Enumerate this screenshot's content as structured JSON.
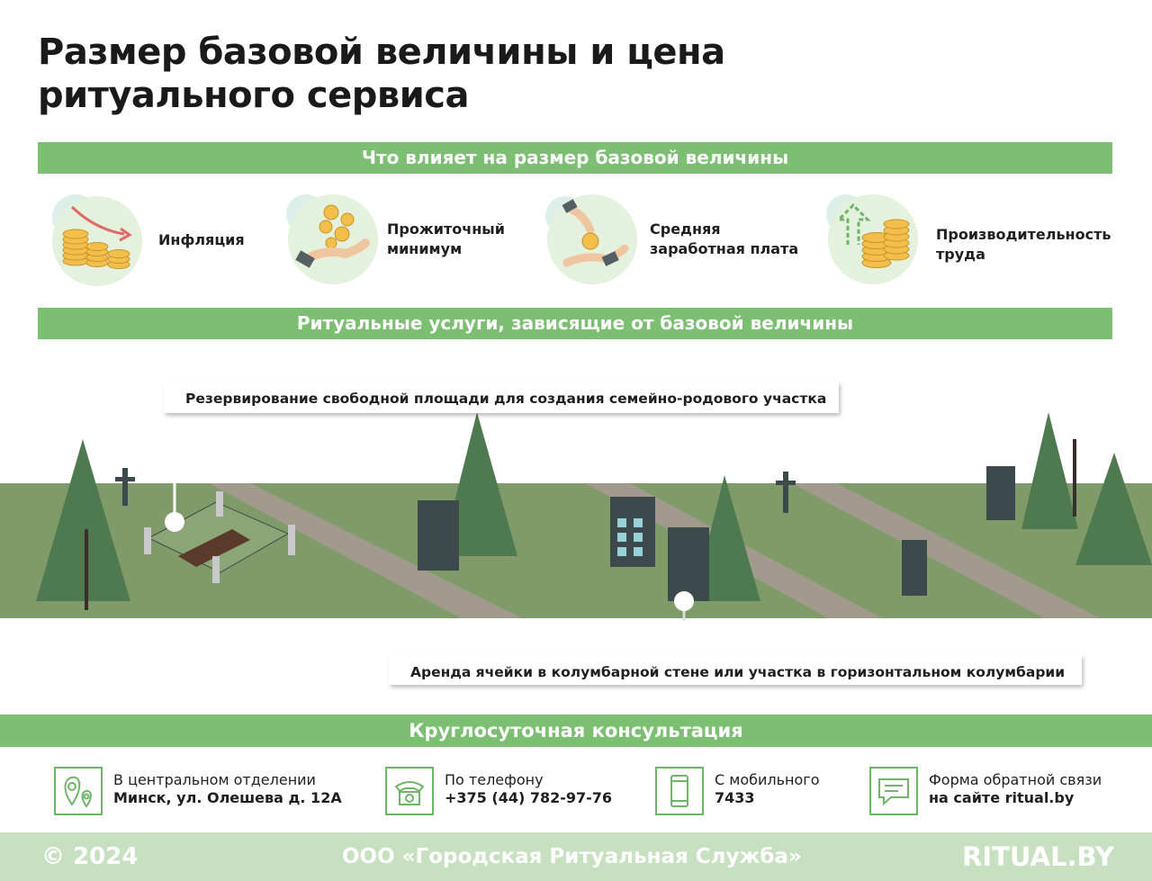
{
  "header": {
    "title": "Размер базовой величины и цена ритуального сервиса"
  },
  "section_factors": {
    "heading": "Что влияет на размер базовой величины"
  },
  "factors": [
    {
      "label": "Инфляция",
      "icon": "coins-inflation-icon"
    },
    {
      "label_line1": "Прожиточный",
      "label_line2": "минимум",
      "icon": "hand-coins-icon"
    },
    {
      "label_line1": "Средняя",
      "label_line2": "заработная плата",
      "icon": "salary-coin-icon"
    },
    {
      "label_line1": "Производительность",
      "label_line2": "труда",
      "icon": "productivity-arrow-icon"
    }
  ],
  "section_services": {
    "heading": "Ритуальные услуги, зависящие от базовой величины"
  },
  "callouts": {
    "reserve": "Резервирование свободной площади для создания семейно-родового участка",
    "columbarium": "Аренда ячейки в колумбарной стене или участка в горизонтальном колумбарии"
  },
  "section_consult": {
    "heading": "Круглосуточная консультация"
  },
  "contacts": [
    {
      "line1": "В центральном отделении",
      "line2": "Минск, ул. Олешева д. 12А",
      "icon": "location-pin-icon"
    },
    {
      "line1": "По телефону",
      "line2": "+375 (44) 782-97-76",
      "icon": "telephone-icon"
    },
    {
      "line1": "С мобильного",
      "line2": "7433",
      "icon": "mobile-phone-icon"
    },
    {
      "line1": "Форма обратной связи",
      "line2": "на сайте ritual.by",
      "icon": "chat-message-icon"
    }
  ],
  "footer": {
    "copyright": "© 2024",
    "organization": "ООО «Городская Ритуальная Служба»",
    "brand": "RITUAL.BY"
  },
  "colors": {
    "accent_green": "#7cbe72",
    "footer_green": "#c7e0c0",
    "ground_green": "#7f9b6a",
    "tree_green": "#4f7a4f",
    "monument_dark": "#3c4a4c"
  }
}
